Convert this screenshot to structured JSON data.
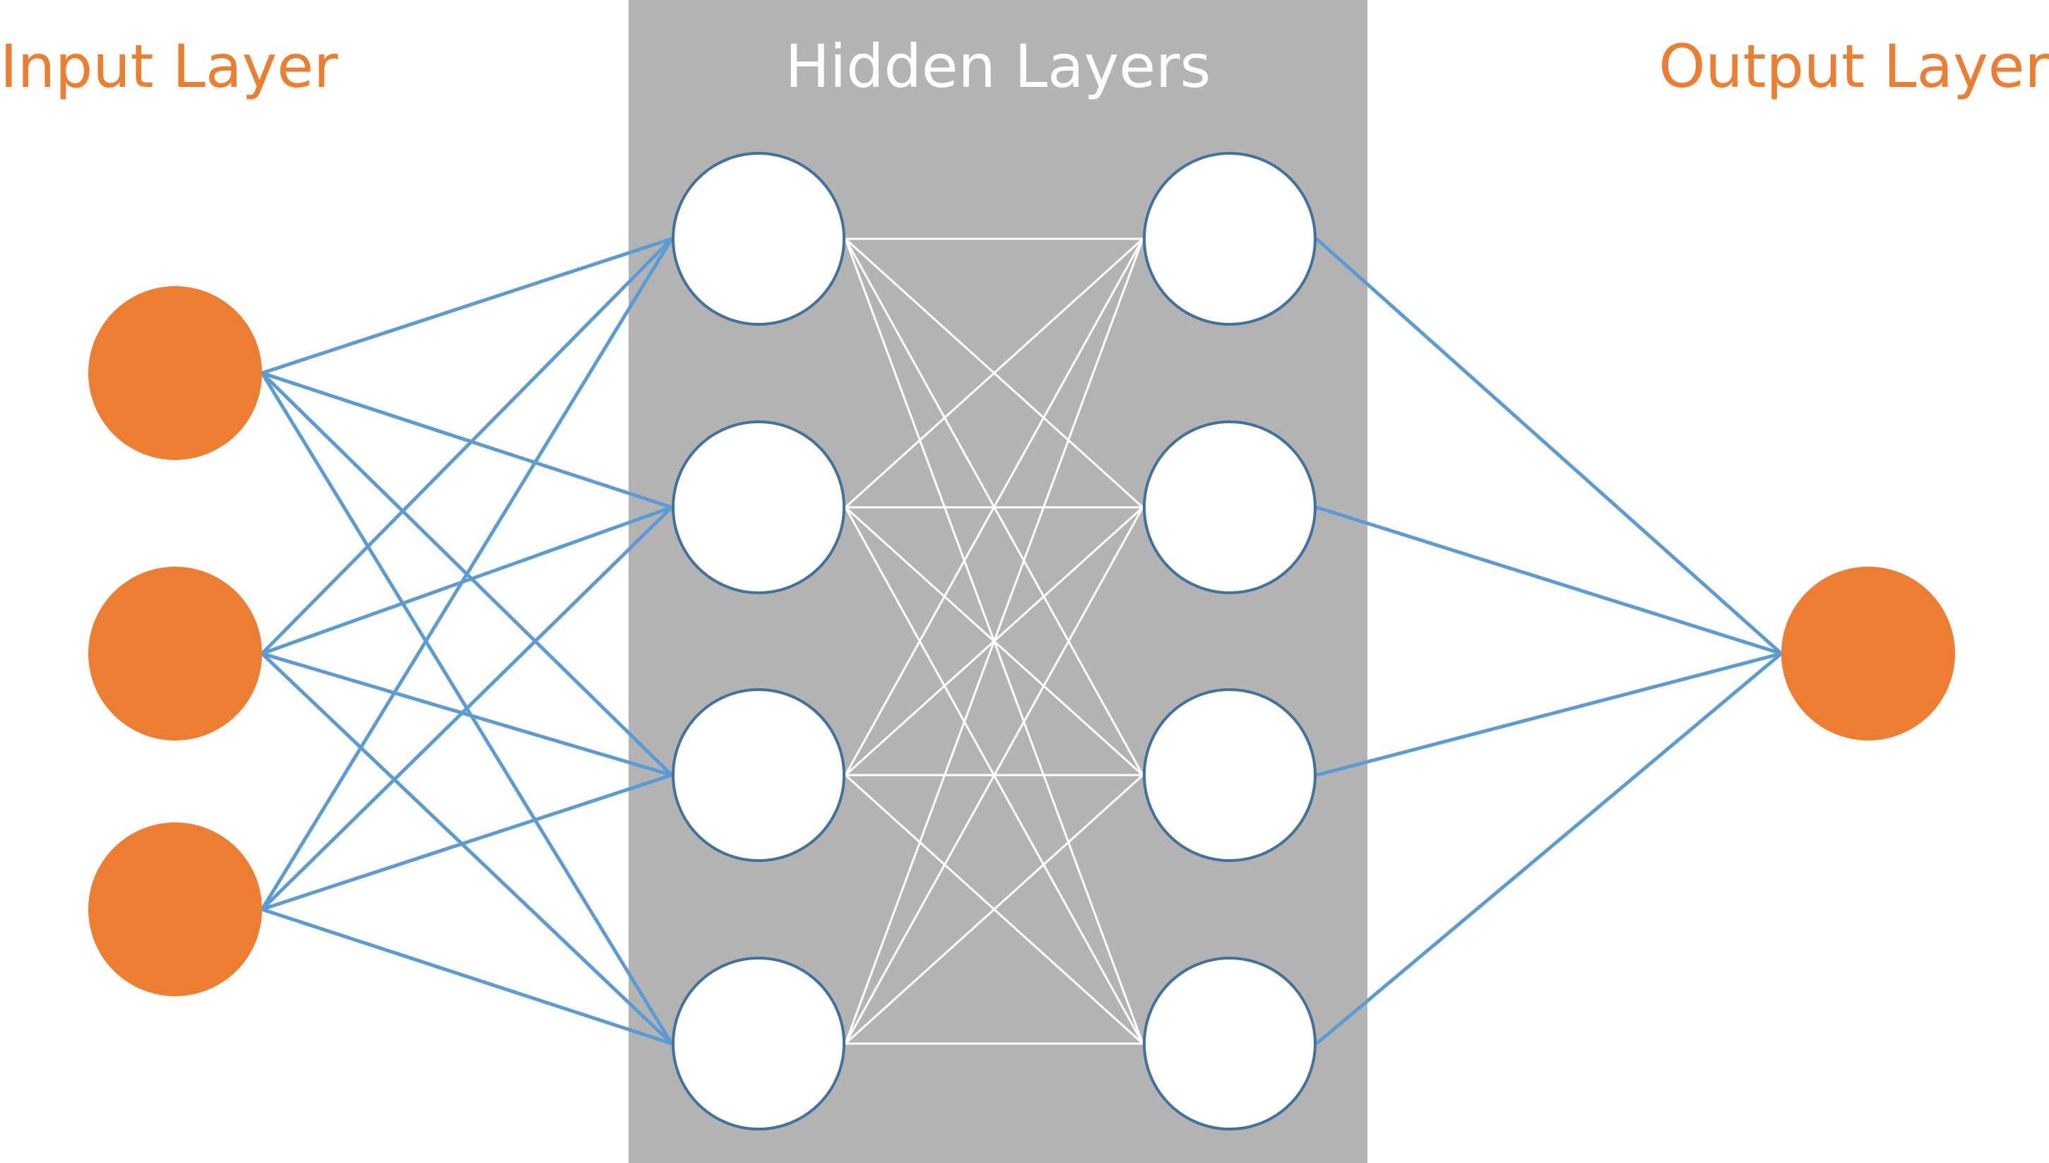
{
  "labels": {
    "input": "Input Layer",
    "hidden": "Hidden Layers",
    "output": "Output Layer"
  },
  "colors": {
    "input_node": "#ED7D31",
    "output_node": "#ED7D31",
    "hidden_node_fill": "#FFFFFF",
    "hidden_node_stroke": "#41719C",
    "hidden_panel": "#B3B3B3",
    "outer_edge": "#5B9BD5",
    "inner_edge": "#FFFFFF",
    "input_label": "#ED7D31",
    "output_label": "#ED7D31",
    "hidden_label": "#FFFFFF"
  },
  "network": {
    "layers": [
      {
        "role": "input",
        "nodes": 3
      },
      {
        "role": "hidden",
        "nodes": 4
      },
      {
        "role": "hidden",
        "nodes": 4
      },
      {
        "role": "output",
        "nodes": 1
      }
    ]
  }
}
